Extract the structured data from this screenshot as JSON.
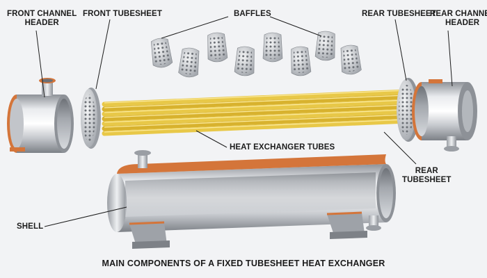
{
  "labels": {
    "front_channel_header": [
      "FRONT CHANNEL",
      "HEADER"
    ],
    "front_tubesheet": "FRONT TUBESHEET",
    "baffles": "BAFFLES",
    "rear_tubesheet_top": "REAR TUBESHEET",
    "rear_channel_header": [
      "REAR CHANNEL",
      "HEADER"
    ],
    "heat_exchanger_tubes": "HEAT EXCHANGER TUBES",
    "rear_tubesheet_side": [
      "REAR",
      "TUBESHEET"
    ],
    "shell": "SHELL"
  },
  "caption": "MAIN COMPONENTS OF A FIXED TUBESHEET HEAT EXCHANGER",
  "colors": {
    "background": "#f2f3f5",
    "metal": "#b9bcc1",
    "copper_edge": "#d4753a",
    "tubes": "#e0be3a"
  }
}
